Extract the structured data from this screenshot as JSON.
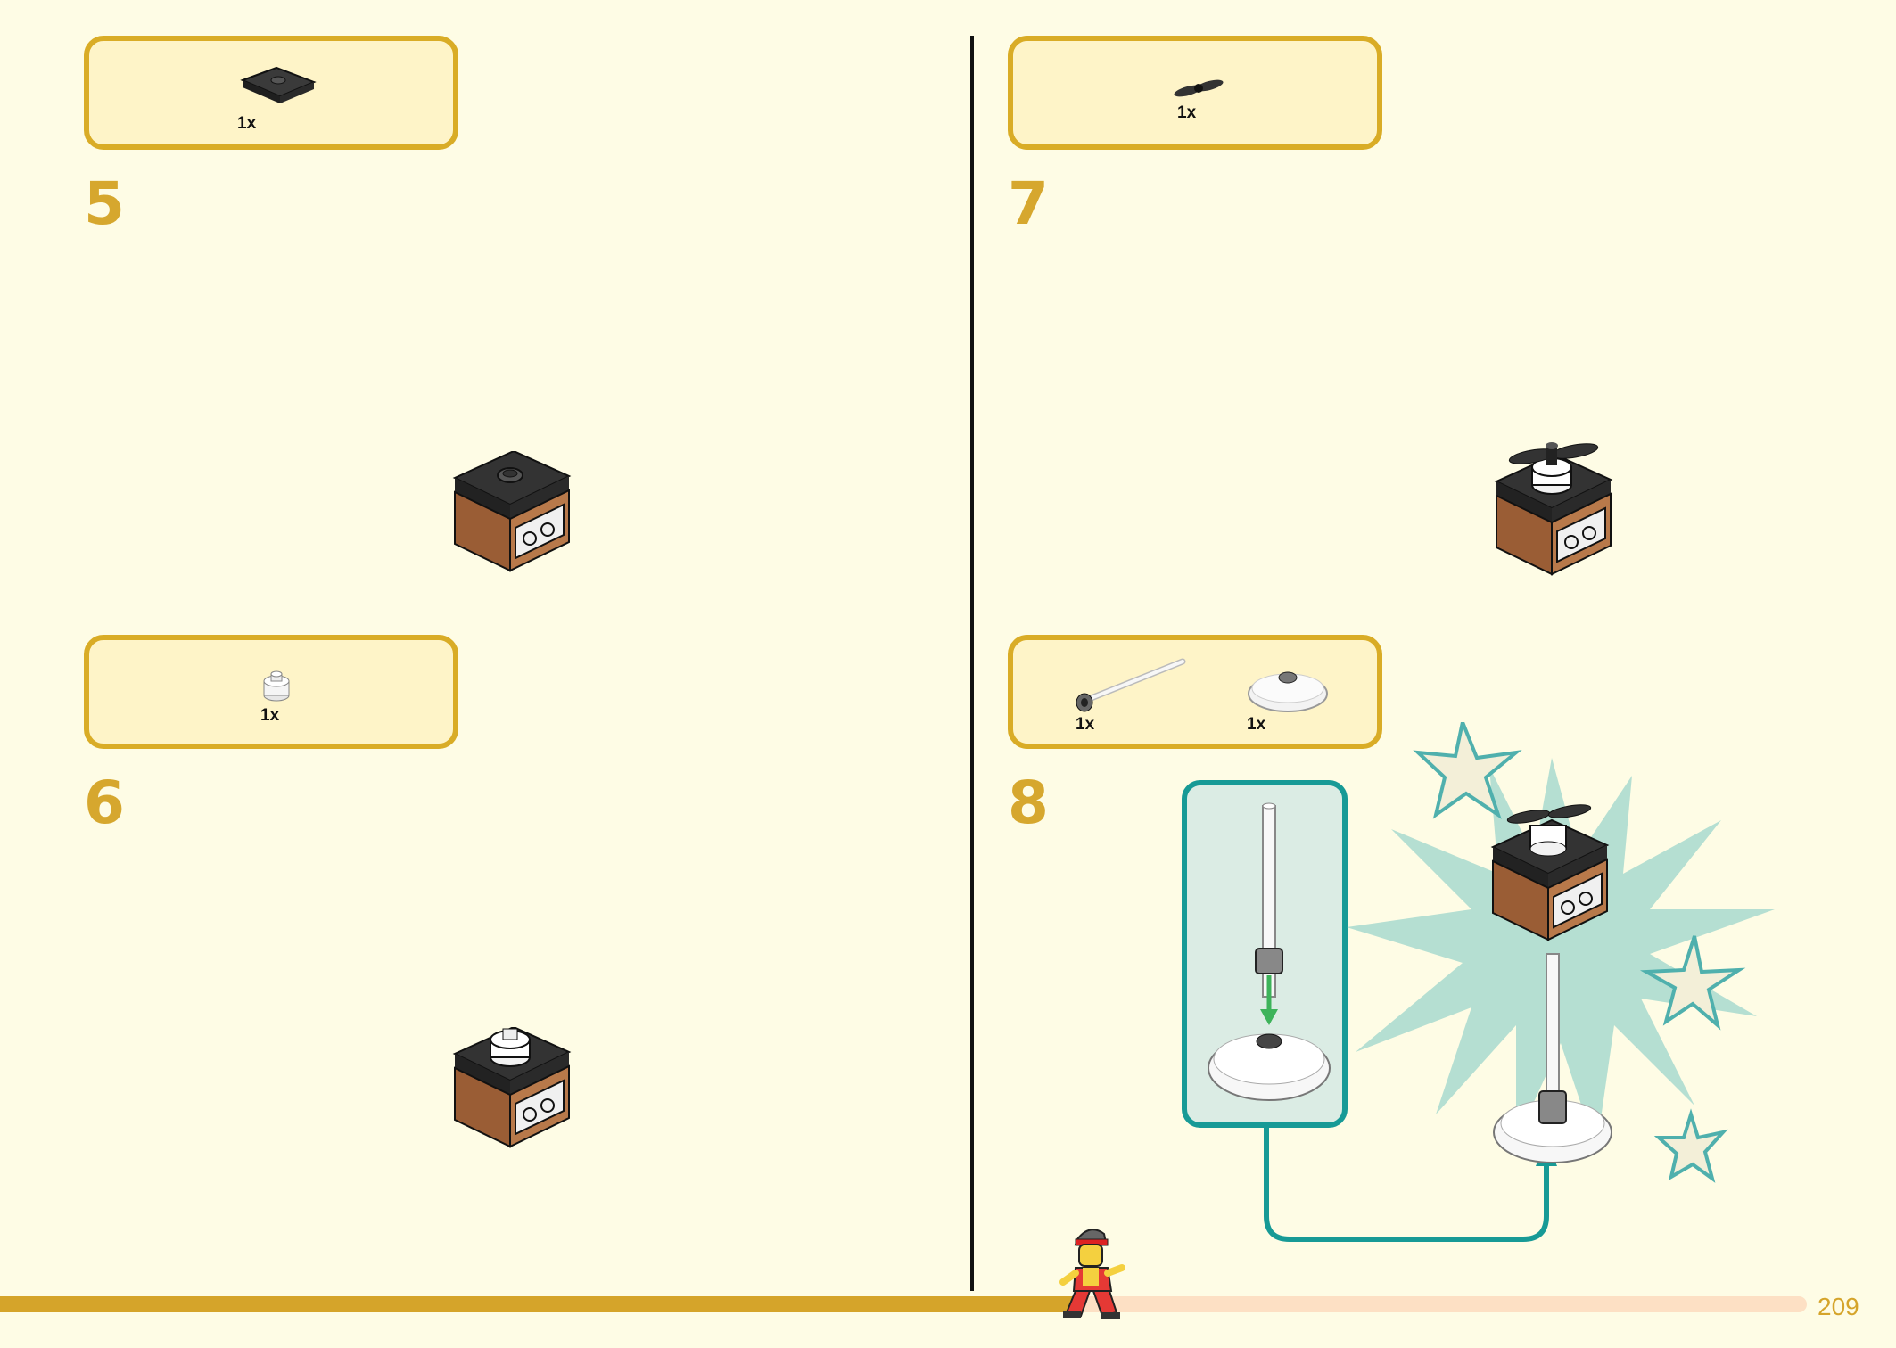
{
  "steps": [
    {
      "number": "5",
      "parts": [
        {
          "qty": "1x",
          "icon": "jumper-plate-icon"
        }
      ]
    },
    {
      "number": "6",
      "parts": [
        {
          "qty": "1x",
          "icon": "round-brick-icon"
        }
      ]
    },
    {
      "number": "7",
      "parts": [
        {
          "qty": "1x",
          "icon": "propeller-icon"
        }
      ]
    },
    {
      "number": "8",
      "parts": [
        {
          "qty": "1x",
          "icon": "bar-icon"
        },
        {
          "qty": "1x",
          "icon": "dish-icon"
        }
      ]
    }
  ],
  "page_number": "209",
  "progress": 0.6,
  "colors": {
    "accent": "#d6a72e",
    "background": "#fefce5",
    "teal": "#179a96",
    "arrow_green": "#3db35a",
    "brick_brown": "#9a5d35",
    "plate_black": "#2b2b2b"
  }
}
